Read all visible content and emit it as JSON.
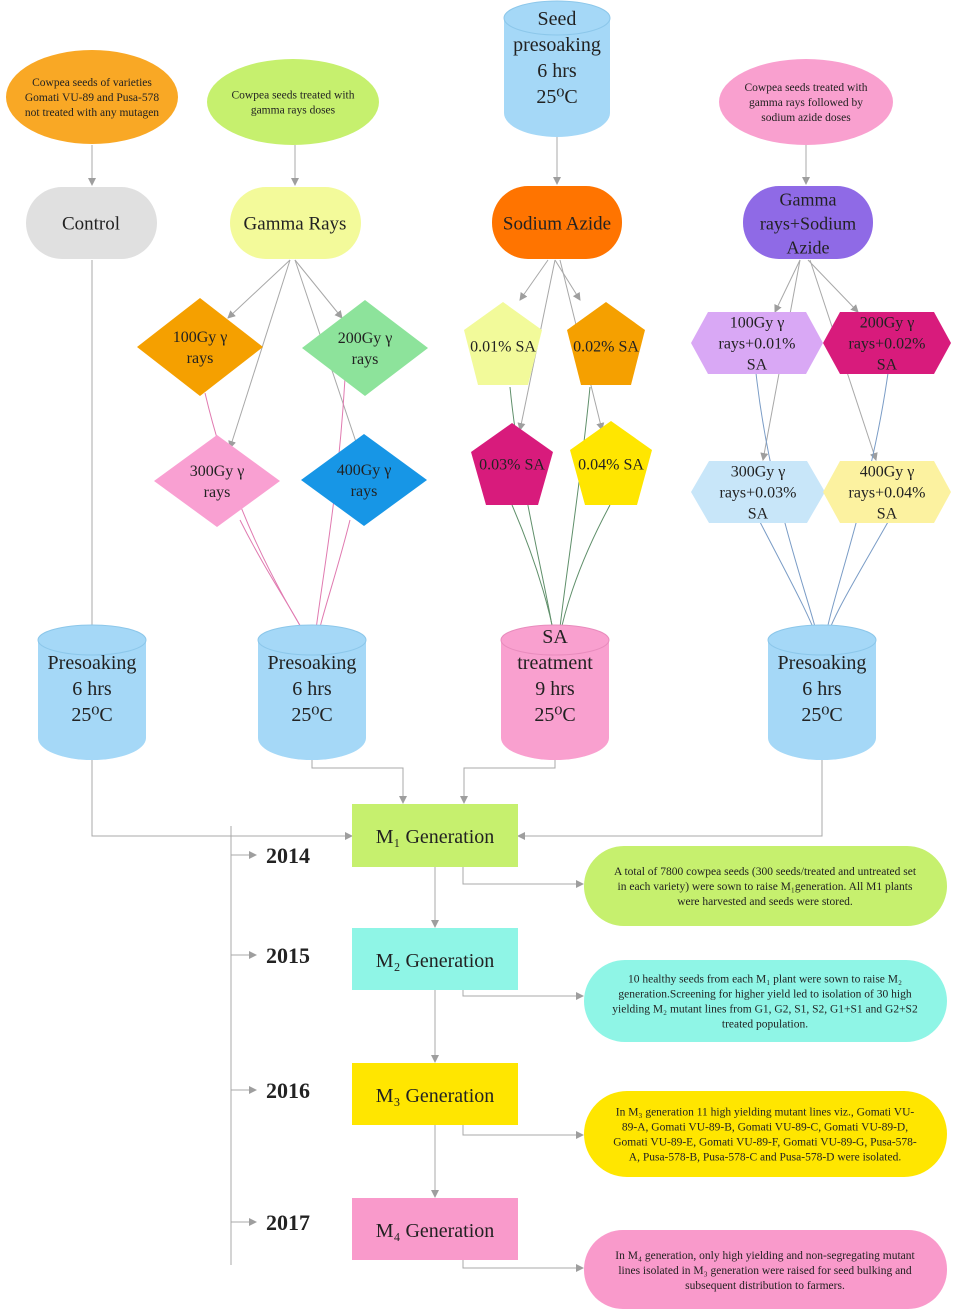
{
  "diagram": {
    "top_inputs": {
      "control_seeds": [
        "Cowpea seeds of varieties",
        "Gomati VU-89 and Pusa-578",
        "not treated with any mutagen"
      ],
      "gamma_seeds": [
        "Cowpea seeds treated with",
        "gamma rays doses"
      ],
      "seed_presoaking": [
        "Seed",
        "presoaking",
        "6 hrs",
        "25⁰C"
      ],
      "combo_seeds": [
        "Cowpea seeds treated with",
        "gamma rays followed by",
        "sodium azide doses"
      ]
    },
    "treatments": {
      "control": [
        "Control"
      ],
      "gamma": [
        "Gamma Rays"
      ],
      "sodium_azide": [
        "Sodium Azide"
      ],
      "combo": [
        "Gamma",
        "rays+Sodium",
        "Azide"
      ]
    },
    "doses": {
      "g100": [
        "100Gy γ",
        "rays"
      ],
      "g200": [
        "200Gy γ",
        "rays"
      ],
      "g300": [
        "300Gy γ",
        "rays"
      ],
      "g400": [
        "400Gy γ",
        "rays"
      ],
      "sa001": [
        "0.01% SA"
      ],
      "sa002": [
        "0.02% SA"
      ],
      "sa003": [
        "0.03% SA"
      ],
      "sa004": [
        "0.04% SA"
      ],
      "c1": [
        "100Gy γ",
        "rays+0.01%",
        "SA"
      ],
      "c2": [
        "200Gy γ",
        "rays+0.02%",
        "SA"
      ],
      "c3": [
        "300Gy γ",
        "rays+0.03%",
        "SA"
      ],
      "c4": [
        "400Gy γ",
        "rays+0.04%",
        "SA"
      ]
    },
    "soaks": {
      "control": [
        "Presoaking",
        "6 hrs",
        "25⁰C"
      ],
      "gamma": [
        "Presoaking",
        "6 hrs",
        "25⁰C"
      ],
      "sa": [
        "SA",
        "treatment",
        "9 hrs",
        "25⁰C"
      ],
      "combo": [
        "Presoaking",
        "6 hrs",
        "25⁰C"
      ]
    },
    "generations": [
      {
        "label": [
          "M₁ Generation"
        ],
        "year": "2014",
        "note": [
          "A total of 7800 cowpea seeds (300 seeds/treated and untreated set",
          "in each variety) were sown to raise M₁generation. All M1 plants",
          "were harvested and seeds were stored."
        ]
      },
      {
        "label": [
          "M₂ Generation"
        ],
        "year": "2015",
        "note": [
          "10 healthy seeds from each M₁ plant were sown to raise M₂",
          "generation.Screening for higher yield led to isolation of 30 high",
          "yielding M₂ mutant lines from G1, G2, S1, S2, G1+S1 and G2+S2",
          "treated population."
        ]
      },
      {
        "label": [
          "M₃ Generation"
        ],
        "year": "2016",
        "note": [
          "In M₃ generation 11 high yielding  mutant lines viz., Gomati VU-",
          "89-A, Gomati VU-89-B, Gomati VU-89-C, Gomati VU-89-D,",
          "Gomati VU-89-E, Gomati VU-89-F, Gomati VU-89-G,  Pusa-578-",
          "A, Pusa-578-B, Pusa-578-C and Pusa-578-D were isolated."
        ]
      },
      {
        "label": [
          "M₄ Generation"
        ],
        "year": "2017",
        "note": [
          "In M₄ generation, only high yielding and non-segregating mutant",
          "lines isolated in M₃ generation were raised for seed bulking and",
          "subsequent distribution to farmers."
        ]
      }
    ]
  },
  "colors": {
    "orange_light": "#f9a825",
    "lime": "#c6f06e",
    "sky": "#a5d8f7",
    "pink": "#f9a0cf",
    "grey": "#e0e0e0",
    "yellow_pale": "#f3fa9a",
    "orange": "#ff7400",
    "purple": "#8f6ae6",
    "orange_dose": "#f5a000",
    "green_dose": "#8de39b",
    "pink_dose": "#f9a0d2",
    "blue_dose": "#1796e6",
    "yellow_sa": "#f2fa9a",
    "magenta": "#d81b7c",
    "yellow": "#ffe600",
    "lavender": "#d9a8f5",
    "ice": "#c8e6f9",
    "cream": "#fcf2a0",
    "gen_green": "#c6f06e",
    "gen_cyan": "#8ff5e6",
    "gen_yellow": "#ffe600",
    "gen_pink": "#f99acb"
  }
}
